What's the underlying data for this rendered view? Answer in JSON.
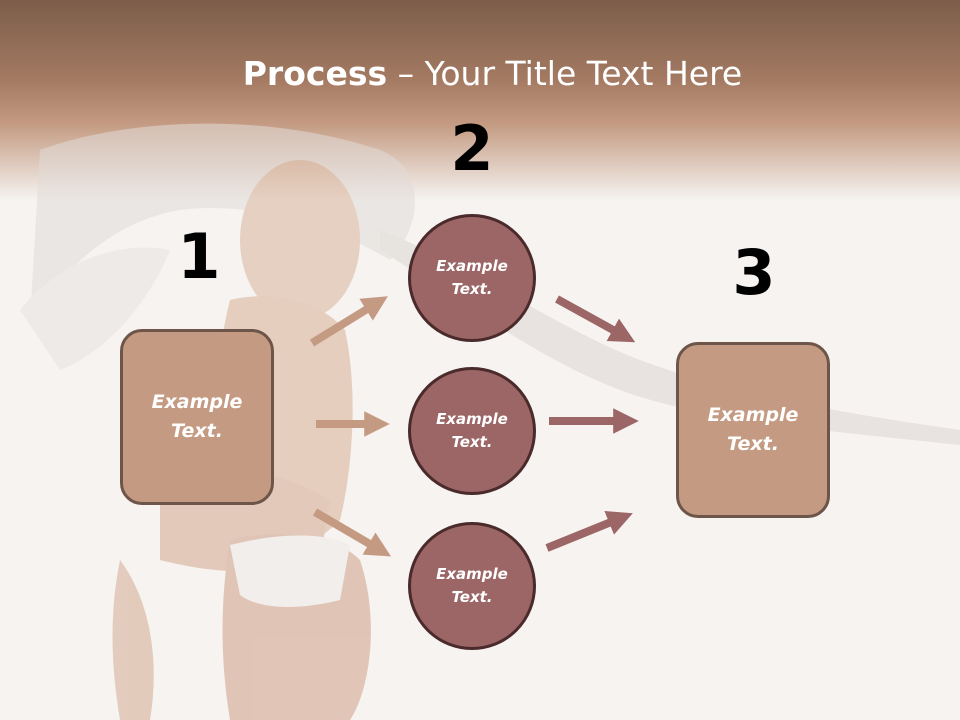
{
  "title": {
    "bold": "Process",
    "rest": " – Your Title Text Here"
  },
  "steps": [
    {
      "number": "1",
      "label": "Example Text."
    },
    {
      "number": "2",
      "label": "Example Text."
    },
    {
      "number": "3",
      "label": "Example Text."
    }
  ],
  "circles": [
    {
      "label": "Example Text."
    },
    {
      "label": "Example Text."
    },
    {
      "label": "Example Text."
    }
  ],
  "colors": {
    "box_fill": "#c49b82",
    "box_border": "#6e554a",
    "circle_fill": "#9c6666",
    "circle_border": "#4a2a2a",
    "arrow_left": "#c49b82",
    "arrow_right": "#9c6666",
    "header": "#a47a62"
  }
}
